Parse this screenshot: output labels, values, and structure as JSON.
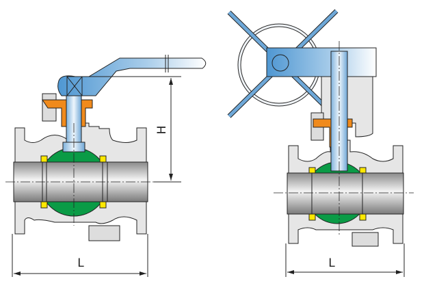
{
  "colors": {
    "ball": "#0a9b46",
    "seat": "#ffe800",
    "handle": "#5a9fd6",
    "gland": "#f08a1c",
    "body": "#e6e6e6"
  },
  "left_valve": {
    "height_label": "H",
    "length_label": "L"
  },
  "right_valve": {
    "length_label": "L"
  }
}
